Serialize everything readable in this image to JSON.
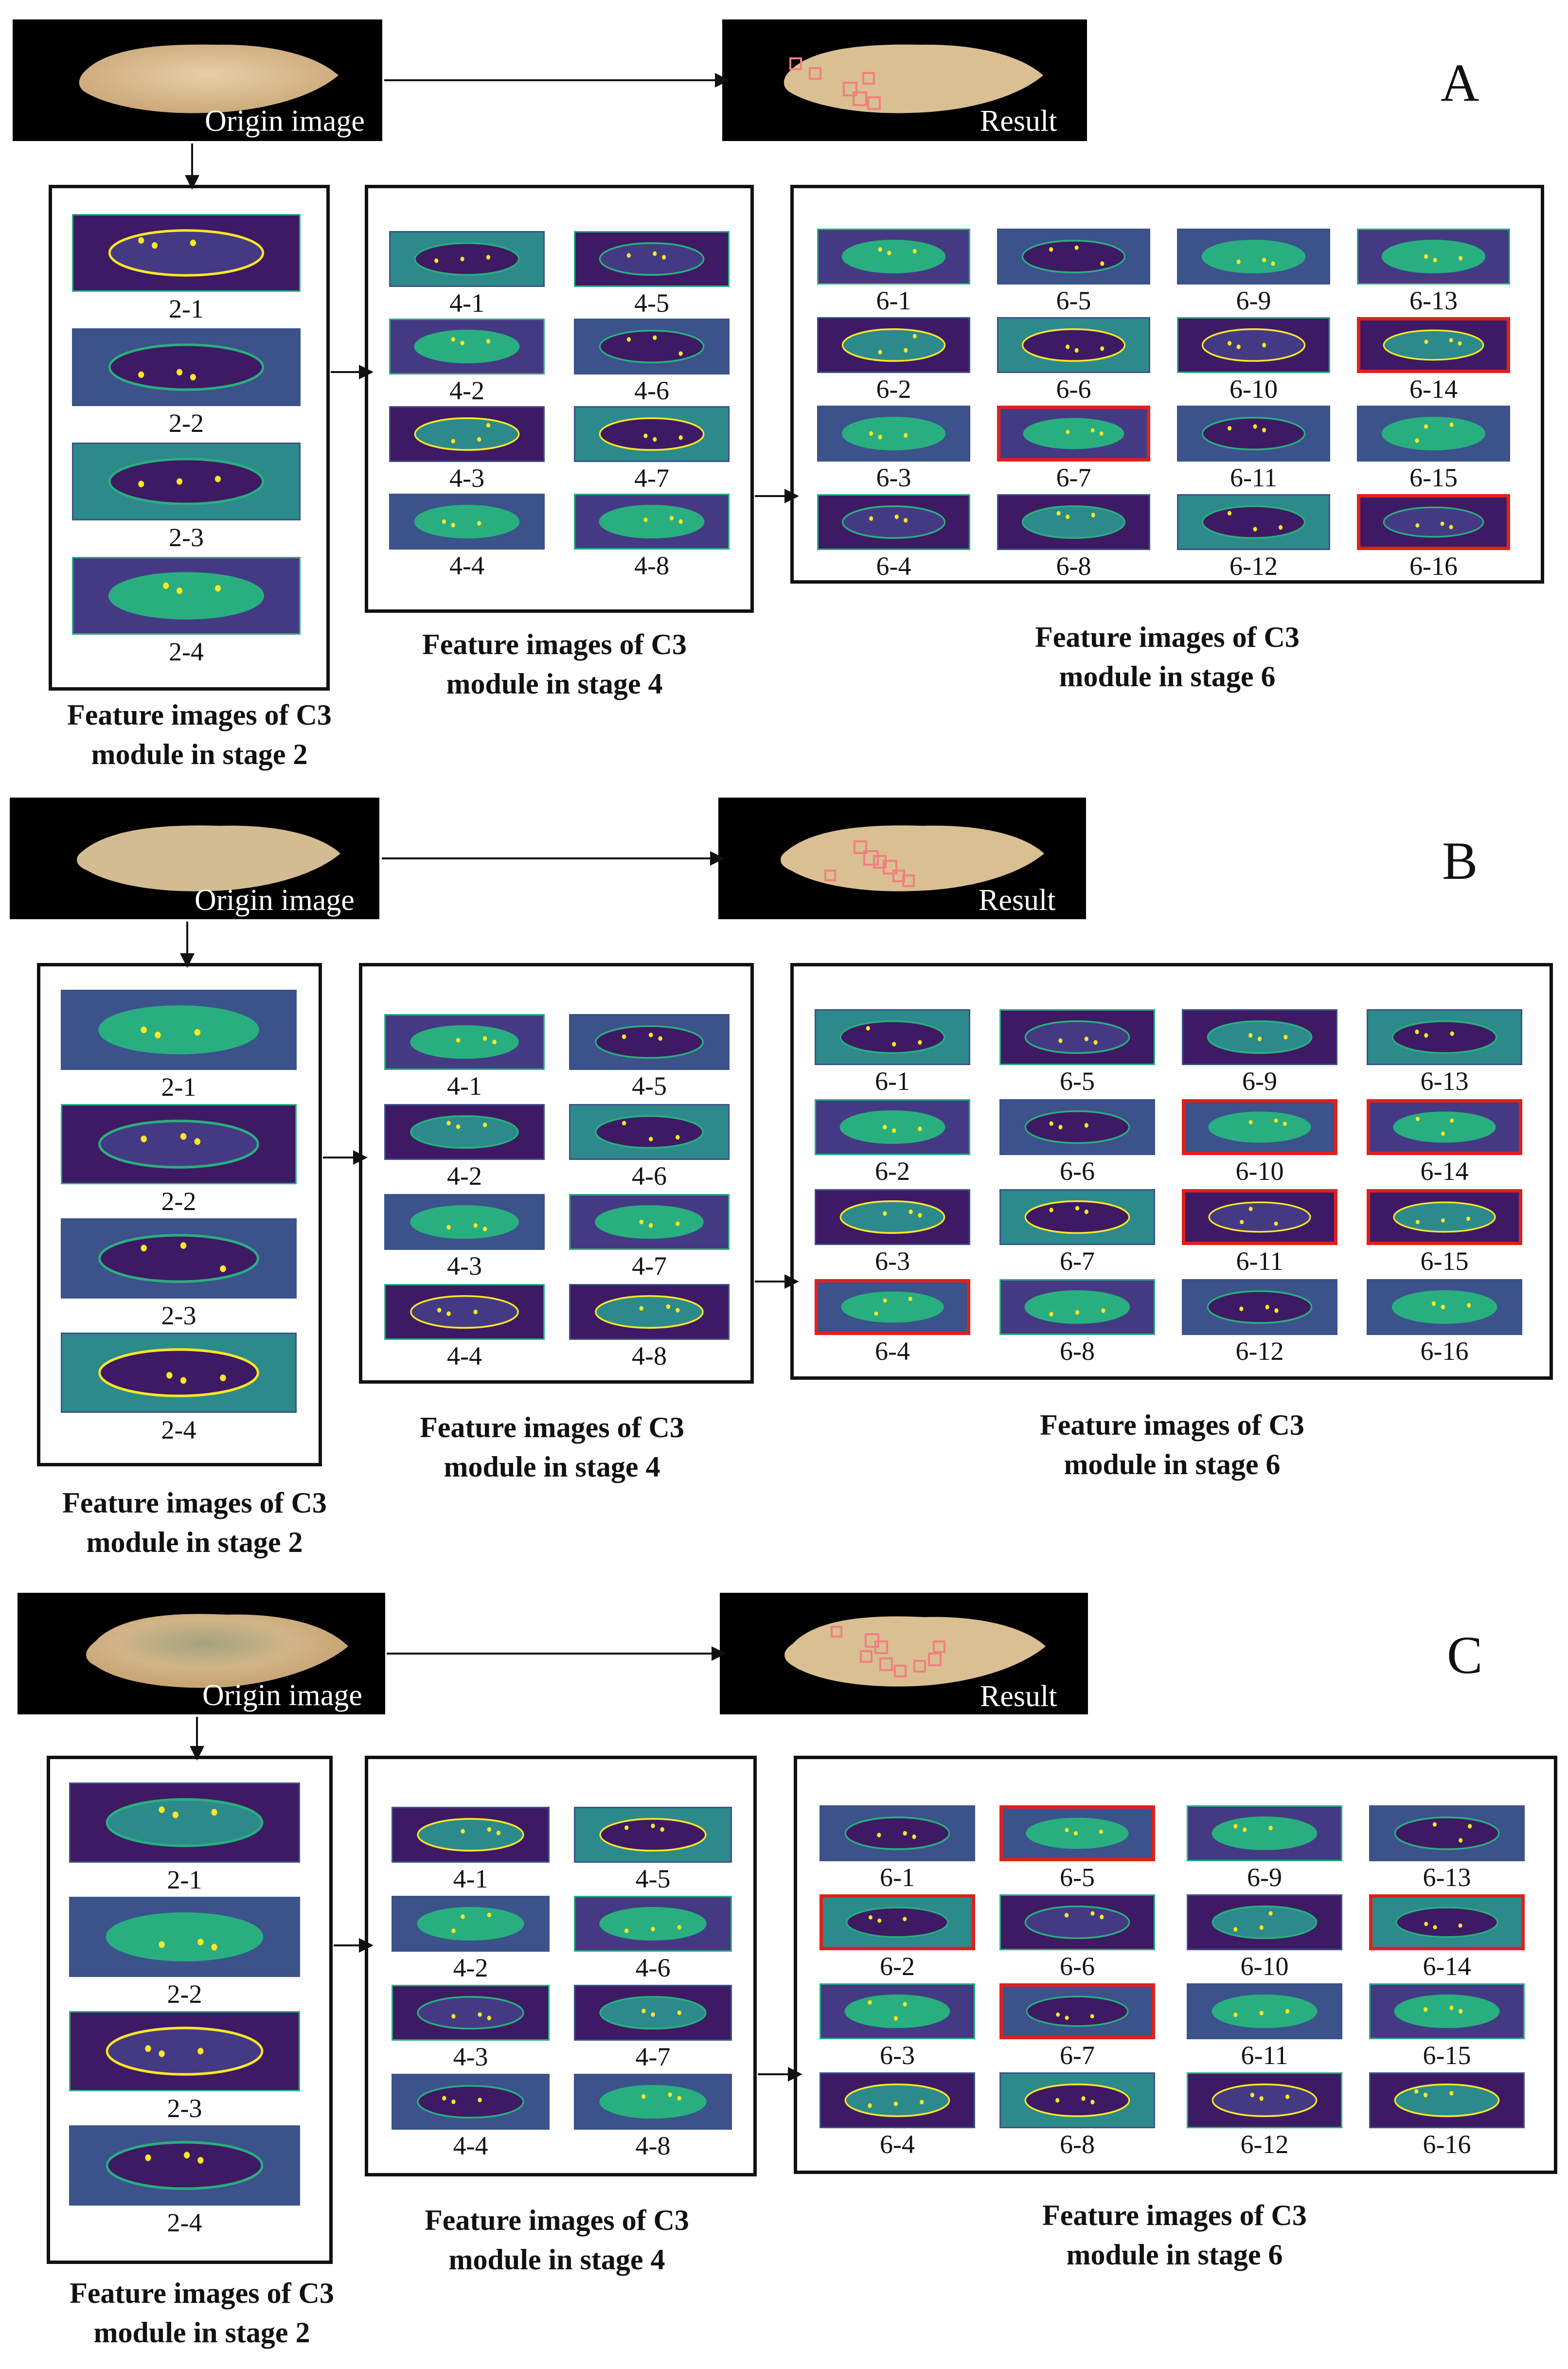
{
  "colors": {
    "fm_dark": "#3d1a63",
    "fm_mid": "#443a83",
    "fm_blue": "#3b528b",
    "fm_teal": "#2c8a8a",
    "fm_green": "#29af7f",
    "fm_yellow": "#fde725",
    "grain": "#d8be93",
    "highlight": "#e0201c",
    "box": "#f08080"
  },
  "panels": [
    {
      "letter": "A",
      "origin_label": "Origin image",
      "result_label": "Result",
      "stage2": {
        "labels": [
          "2-1",
          "2-2",
          "2-3",
          "2-4"
        ],
        "caption_line1": "Feature images of C3",
        "caption_line2": "module in stage 2"
      },
      "stage4": {
        "labels": [
          "4-1",
          "4-2",
          "4-3",
          "4-4",
          "4-5",
          "4-6",
          "4-7",
          "4-8"
        ],
        "caption_line1": "Feature images of C3",
        "caption_line2": "module in stage 4"
      },
      "stage6": {
        "labels": [
          "6-1",
          "6-2",
          "6-3",
          "6-4",
          "6-5",
          "6-6",
          "6-7",
          "6-8",
          "6-9",
          "6-10",
          "6-11",
          "6-12",
          "6-13",
          "6-14",
          "6-15",
          "6-16"
        ],
        "highlighted": [
          "6-7",
          "6-14",
          "6-16"
        ],
        "caption_line1": "Feature images of C3",
        "caption_line2": "module in stage 6"
      }
    },
    {
      "letter": "B",
      "origin_label": "Origin image",
      "result_label": "Result",
      "stage2": {
        "labels": [
          "2-1",
          "2-2",
          "2-3",
          "2-4"
        ],
        "caption_line1": "Feature images of C3",
        "caption_line2": "module in stage 2"
      },
      "stage4": {
        "labels": [
          "4-1",
          "4-2",
          "4-3",
          "4-4",
          "4-5",
          "4-6",
          "4-7",
          "4-8"
        ],
        "caption_line1": "Feature images of C3",
        "caption_line2": "module in stage 4"
      },
      "stage6": {
        "labels": [
          "6-1",
          "6-2",
          "6-3",
          "6-4",
          "6-5",
          "6-6",
          "6-7",
          "6-8",
          "6-9",
          "6-10",
          "6-11",
          "6-12",
          "6-13",
          "6-14",
          "6-15",
          "6-16"
        ],
        "highlighted": [
          "6-4",
          "6-10",
          "6-11",
          "6-14",
          "6-15"
        ],
        "caption_line1": "Feature images of C3",
        "caption_line2": "module in stage 6"
      }
    },
    {
      "letter": "C",
      "origin_label": "Origin image",
      "result_label": "Result",
      "stage2": {
        "labels": [
          "2-1",
          "2-2",
          "2-3",
          "2-4"
        ],
        "caption_line1": "Feature images of C3",
        "caption_line2": "module in stage 2"
      },
      "stage4": {
        "labels": [
          "4-1",
          "4-2",
          "4-3",
          "4-4",
          "4-5",
          "4-6",
          "4-7",
          "4-8"
        ],
        "caption_line1": "Feature images of C3",
        "caption_line2": "module in stage 4"
      },
      "stage6": {
        "labels": [
          "6-1",
          "6-2",
          "6-3",
          "6-4",
          "6-5",
          "6-6",
          "6-7",
          "6-8",
          "6-9",
          "6-10",
          "6-11",
          "6-12",
          "6-13",
          "6-14",
          "6-15",
          "6-16"
        ],
        "highlighted": [
          "6-2",
          "6-5",
          "6-7",
          "6-14"
        ],
        "caption_line1": "Feature images of C3",
        "caption_line2": "module in stage 6"
      }
    }
  ]
}
